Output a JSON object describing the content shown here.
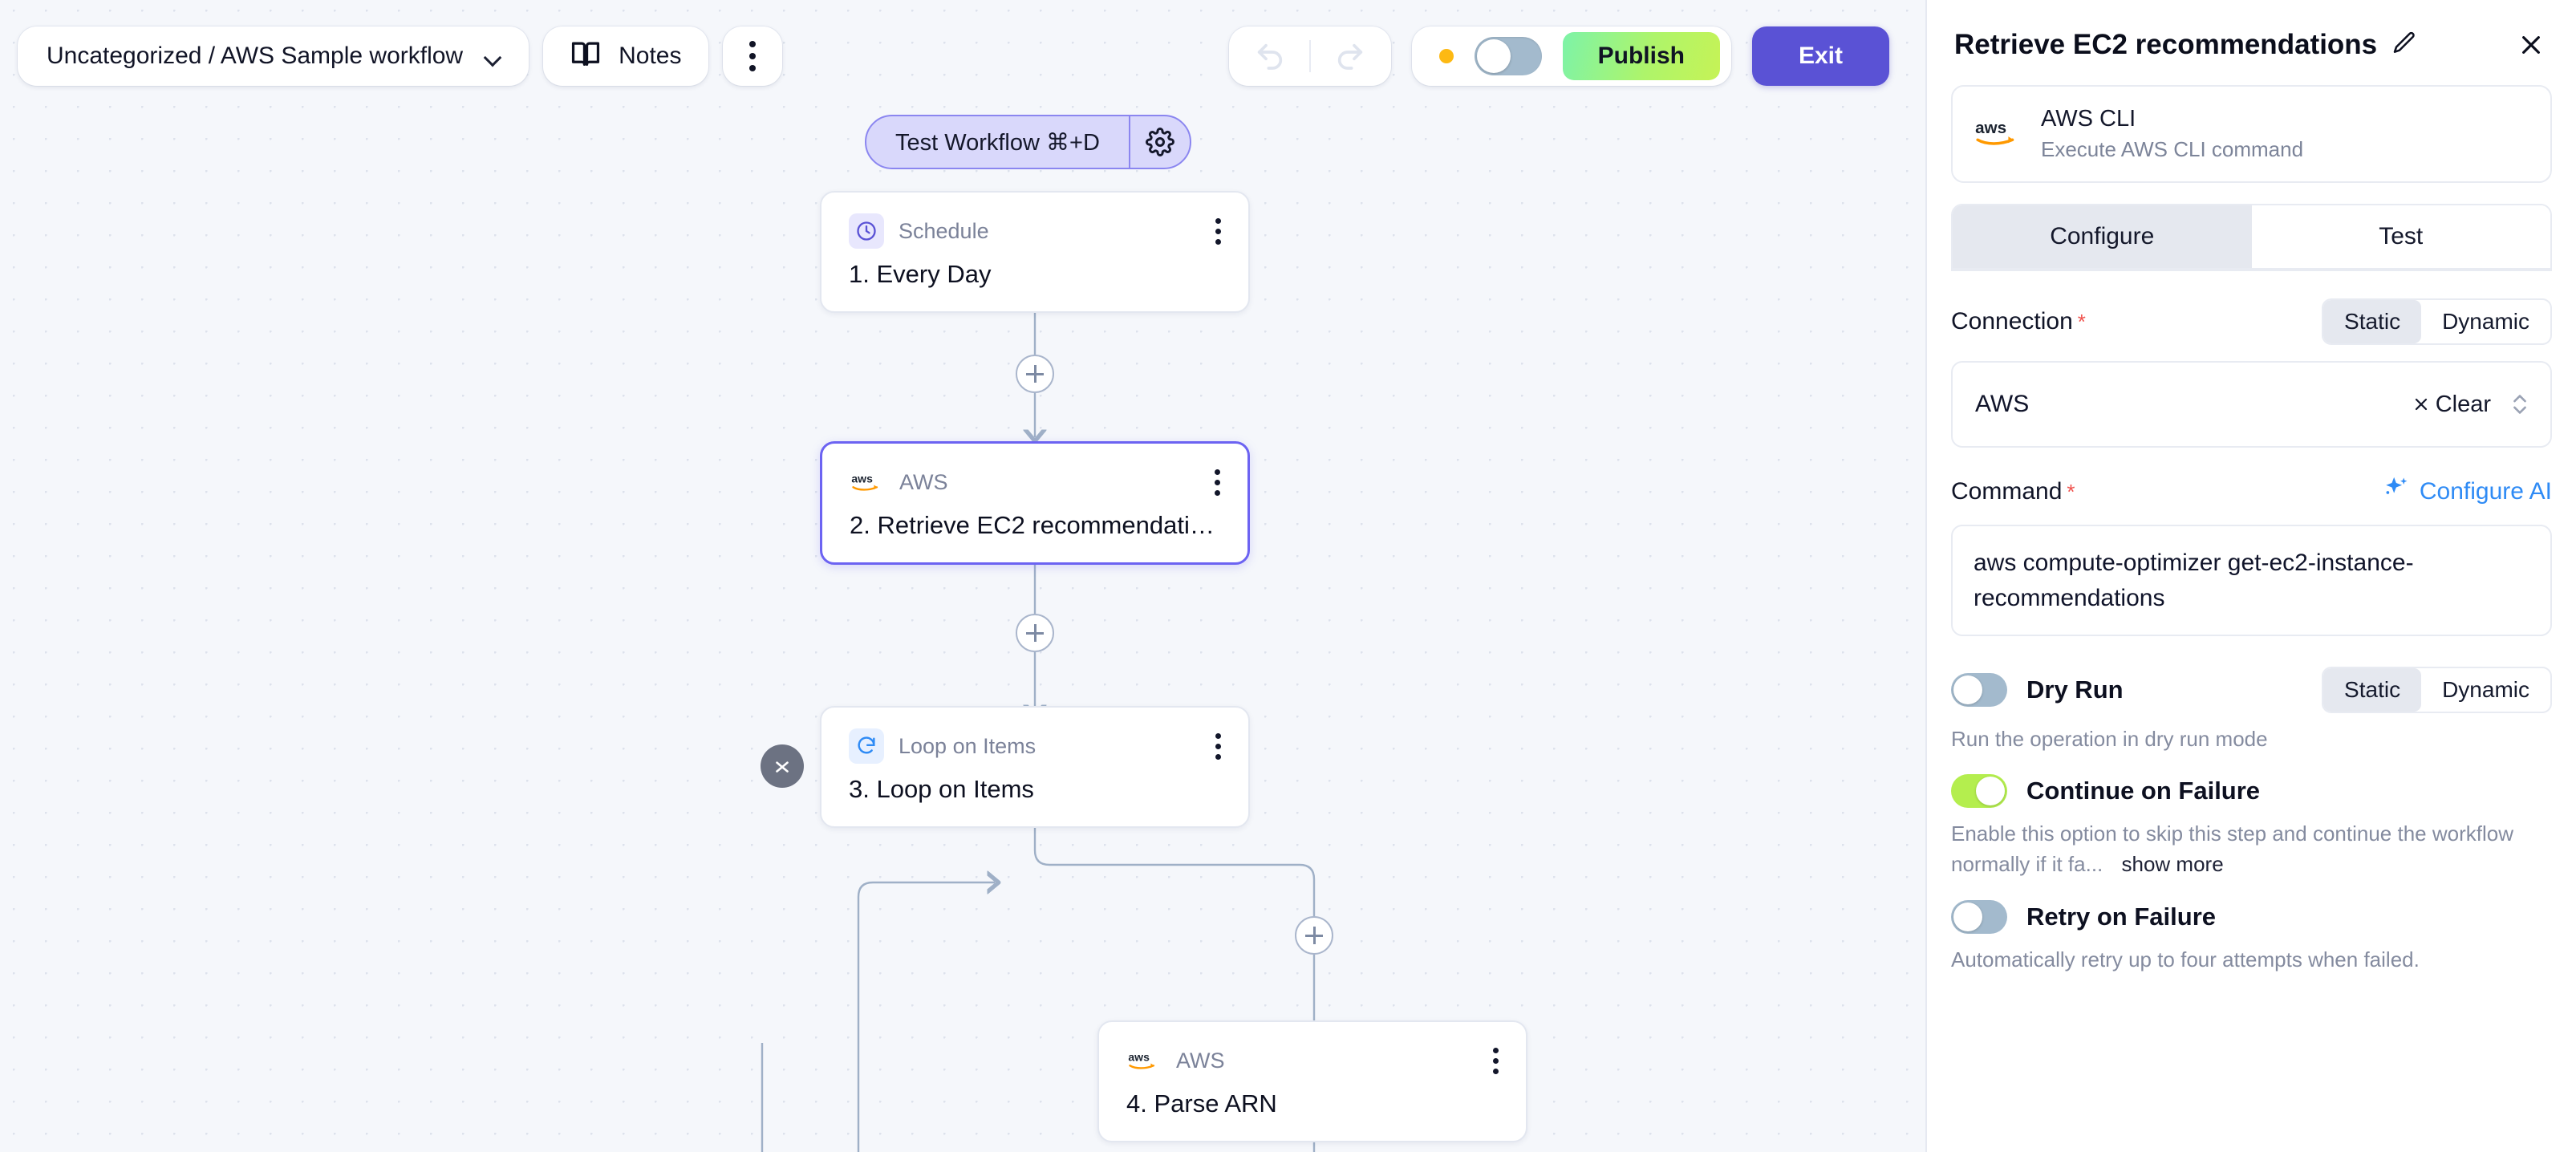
{
  "toolbar": {
    "workflow_name": "Uncategorized / AWS Sample workflow",
    "chevron_icon": "chevron-down-icon",
    "notes_label": "Notes",
    "notes_icon": "book-icon",
    "more_icon": "kebab-menu-icon",
    "undo_icon": "undo-icon",
    "redo_icon": "redo-icon",
    "status_dot_color": "#fdb913",
    "active_toggle_state": "off",
    "publish_label": "Publish",
    "exit_label": "Exit",
    "publish_color": "#aef46a",
    "exit_color": "#5a52d5"
  },
  "canvas": {
    "test_button": {
      "label": "Test Workflow ⌘+D",
      "gear_icon": "gear-icon"
    },
    "nodes": [
      {
        "type": "Schedule",
        "title": "1. Every Day",
        "icon": "clock-icon",
        "selected": false
      },
      {
        "type": "AWS",
        "title": "2. Retrieve EC2 recommendati…",
        "icon": "aws-logo-icon",
        "selected": true
      },
      {
        "type": "Loop on Items",
        "title": "3. Loop on Items",
        "icon": "loop-refresh-icon",
        "selected": false
      },
      {
        "type": "AWS",
        "title": "4. Parse ARN",
        "icon": "aws-logo-icon",
        "selected": false
      }
    ],
    "add_step_icon": "plus-icon",
    "collapse_icon": "collapse-chevrons-icon"
  },
  "panel": {
    "title": "Retrieve EC2 recommendations",
    "edit_icon": "pencil-icon",
    "close_icon": "close-icon",
    "integration": {
      "name": "AWS CLI",
      "description": "Execute AWS CLI command",
      "logo_icon": "aws-logo-icon"
    },
    "tabs": [
      {
        "label": "Configure",
        "active": true
      },
      {
        "label": "Test",
        "active": false
      }
    ],
    "connection": {
      "label": "Connection",
      "required_marker": "*",
      "mode_options": [
        "Static",
        "Dynamic"
      ],
      "mode_selected": "Static",
      "value": "AWS",
      "clear_label": "Clear",
      "clear_icon": "close-small-icon",
      "stepper_icon": "chevron-up-down-icon"
    },
    "command": {
      "label": "Command",
      "required_marker": "*",
      "ai_label": "Configure AI",
      "ai_icon": "sparkle-icon",
      "ai_color": "#2f8bf5",
      "value": "aws compute-optimizer get-ec2-instance-recommendations"
    },
    "dry_run": {
      "label": "Dry Run",
      "state": "off",
      "mode_options": [
        "Static",
        "Dynamic"
      ],
      "mode_selected": "Static",
      "help": "Run the operation in dry run mode"
    },
    "continue_on_failure": {
      "label": "Continue on Failure",
      "state": "on",
      "help": "Enable this option to skip this step and continue the workflow normally if it fa...",
      "show_more_label": "show more"
    },
    "retry_on_failure": {
      "label": "Retry on Failure",
      "state": "off",
      "help": "Automatically retry up to four attempts when failed."
    }
  }
}
